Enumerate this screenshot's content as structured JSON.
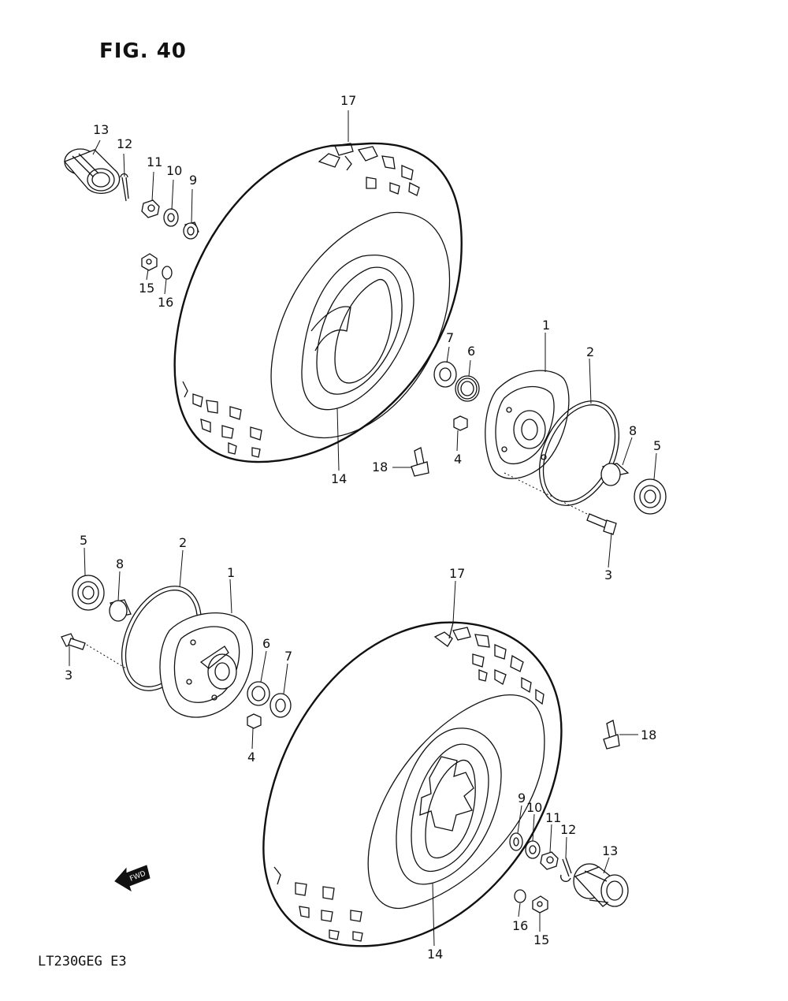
{
  "figure": {
    "title": "FIG. 40",
    "model_code": "LT230GEG  E3",
    "fwd_label": "FWD"
  },
  "callouts_top": [
    "17",
    "13",
    "12",
    "11",
    "10",
    "9",
    "15",
    "16",
    "7",
    "6",
    "1",
    "2",
    "8",
    "5",
    "4",
    "18",
    "14",
    "3"
  ],
  "callouts_bottom": [
    "5",
    "2",
    "1",
    "8",
    "3",
    "6",
    "7",
    "4",
    "17",
    "18",
    "9",
    "10",
    "11",
    "12",
    "13",
    "16",
    "15",
    "14"
  ]
}
